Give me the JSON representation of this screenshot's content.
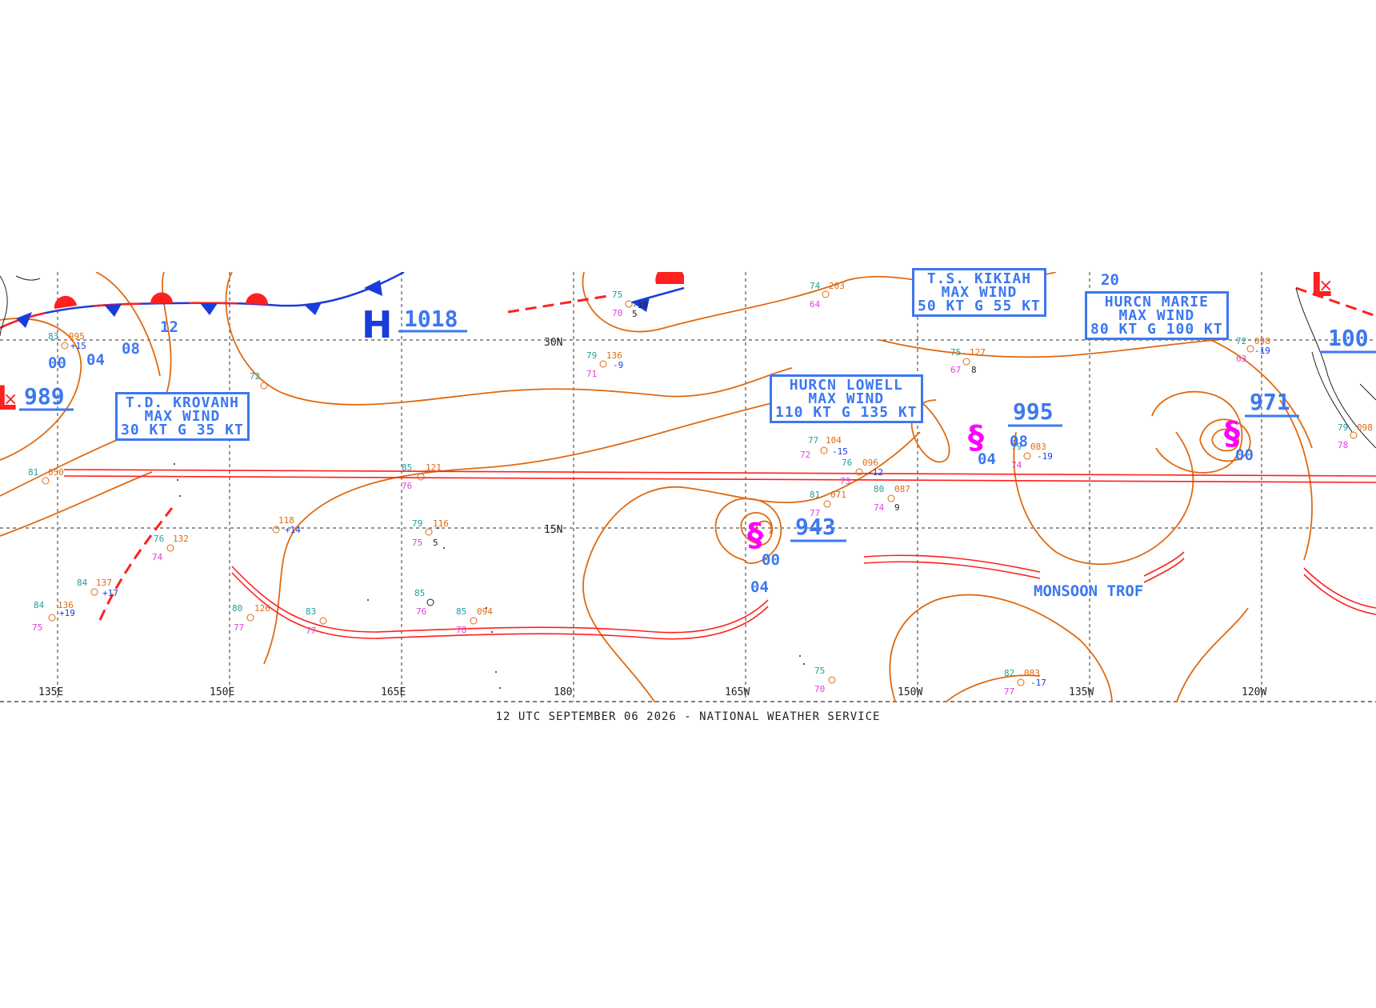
{
  "map": {
    "footer": "12 UTC SEPTEMBER 06 2026 - NATIONAL WEATHER SERVICE",
    "longitude_labels": [
      "135E",
      "150E",
      "165E",
      "180",
      "165W",
      "150W",
      "135W",
      "120W"
    ],
    "latitude_labels": [
      "30N",
      "15N"
    ],
    "colors": {
      "isobar": "#e06a10",
      "trough": "#ff2020",
      "cold_front": "#1a3cdc",
      "warm_front": "#ff2020",
      "labels": "#3c78f0",
      "tropical_symbol": "#ff00ff",
      "station_dew": "#e040e0",
      "station_temp": "#20a0a0"
    },
    "high": {
      "symbol": "H",
      "pressure": "1018"
    },
    "lows": [
      {
        "symbol": "L",
        "pressure": "989"
      },
      {
        "symbol": "L",
        "pressure": "100"
      }
    ],
    "tropical_systems": [
      {
        "pressure": "943",
        "hours": [
          "00",
          "04"
        ]
      },
      {
        "pressure": "995",
        "hours": [
          "08",
          "04"
        ]
      },
      {
        "pressure": "971",
        "hours": [
          "00"
        ]
      }
    ],
    "storm_boxes": [
      {
        "lines": [
          "T.D. KROVANH",
          "MAX WIND",
          "30 KT G 35 KT"
        ]
      },
      {
        "lines": [
          "HURCN LOWELL",
          "MAX WIND",
          "110 KT G 135 KT"
        ]
      },
      {
        "lines": [
          "T.S. KIKIAH",
          "MAX WIND",
          "50 KT G 55 KT"
        ]
      },
      {
        "lines": [
          "HURCN MARIE",
          "MAX WIND",
          "80 KT G 100 KT"
        ]
      }
    ],
    "forecast_hours": [
      "00",
      "04",
      "08",
      "12",
      "20"
    ],
    "feature_label": "MONSOON TROF"
  }
}
